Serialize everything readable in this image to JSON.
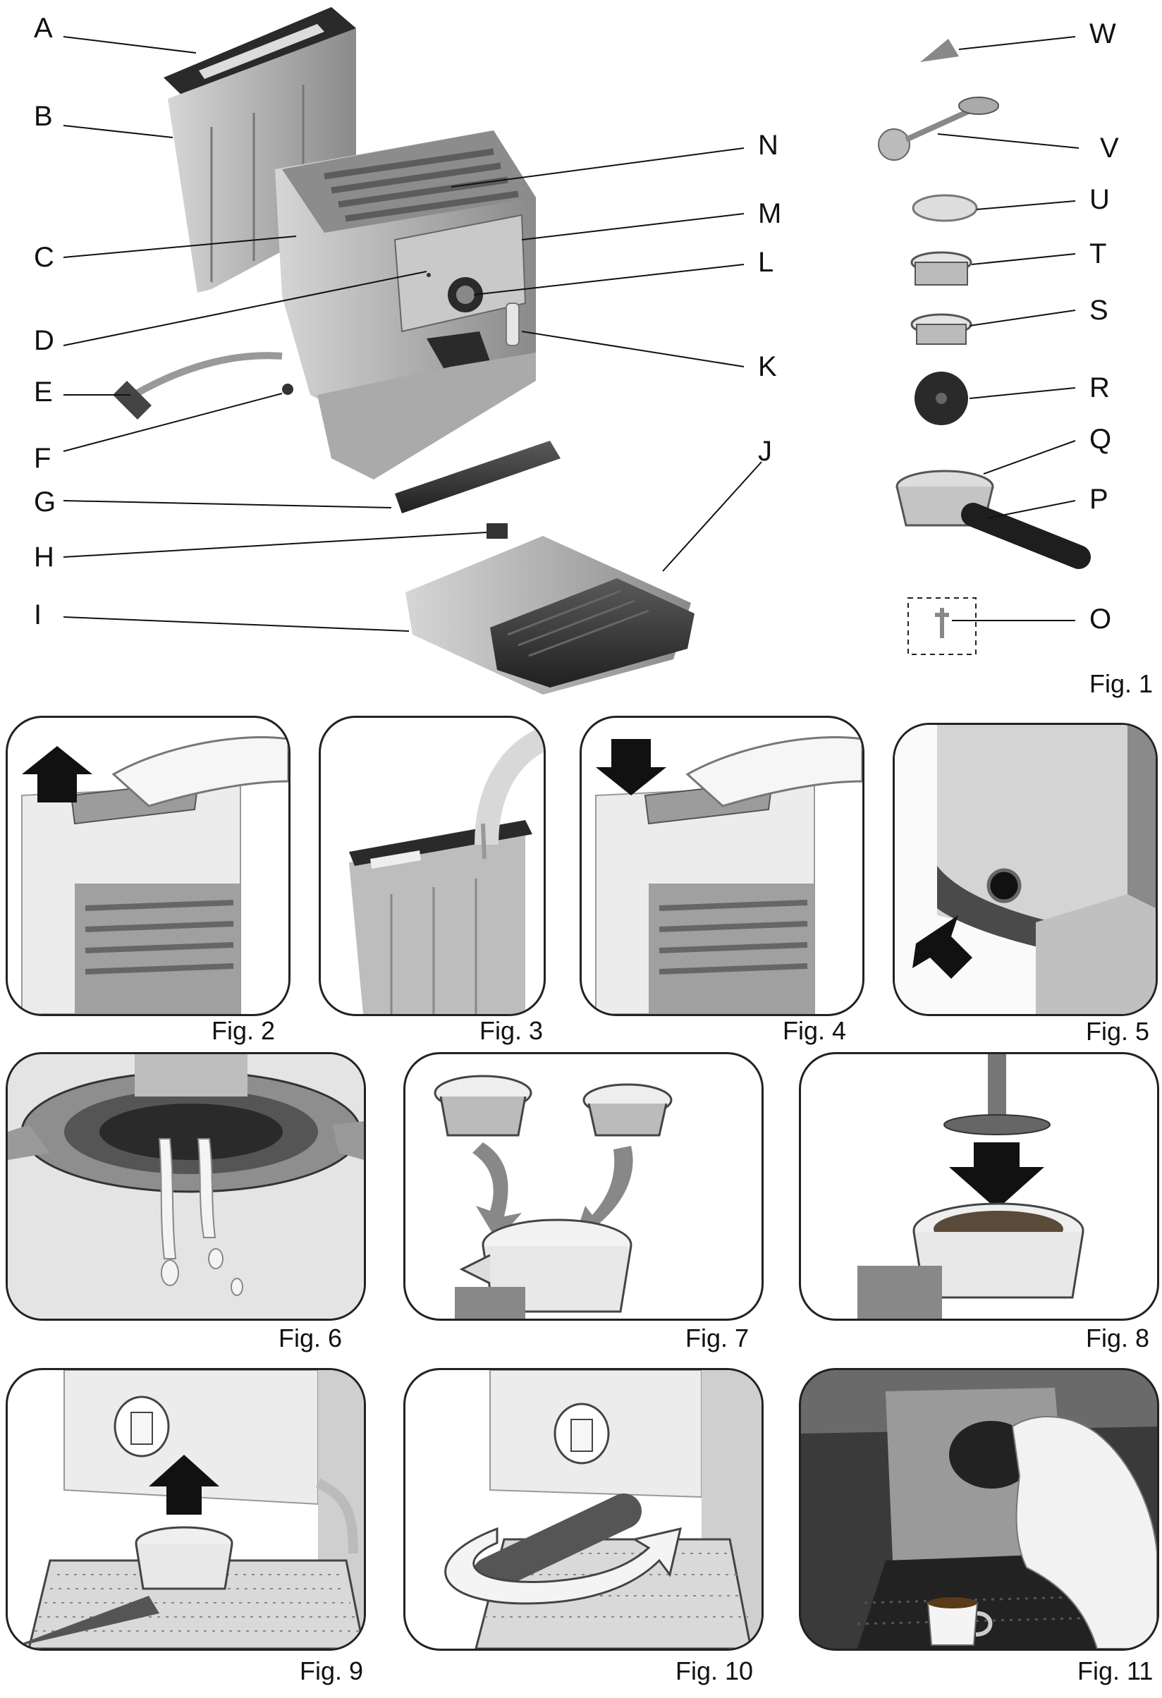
{
  "fig1": {
    "caption": "Fig. 1",
    "left_labels": [
      "A",
      "B",
      "C",
      "D",
      "E",
      "F",
      "G",
      "H",
      "I"
    ],
    "right_labels": [
      "N",
      "M",
      "L",
      "K",
      "J"
    ],
    "accessory_labels": [
      "W",
      "V",
      "U",
      "T",
      "S",
      "R",
      "Q",
      "P",
      "O"
    ]
  },
  "figs": {
    "f2": "Fig. 2",
    "f3": "Fig. 3",
    "f4": "Fig. 4",
    "f5": "Fig. 5",
    "f6": "Fig. 6",
    "f7": "Fig. 7",
    "f8": "Fig. 8",
    "f9": "Fig. 9",
    "f10": "Fig. 10",
    "f11": "Fig. 11"
  },
  "colors": {
    "line": "#111111",
    "metal": "#b8b8b8",
    "dark": "#2a2a2a"
  }
}
